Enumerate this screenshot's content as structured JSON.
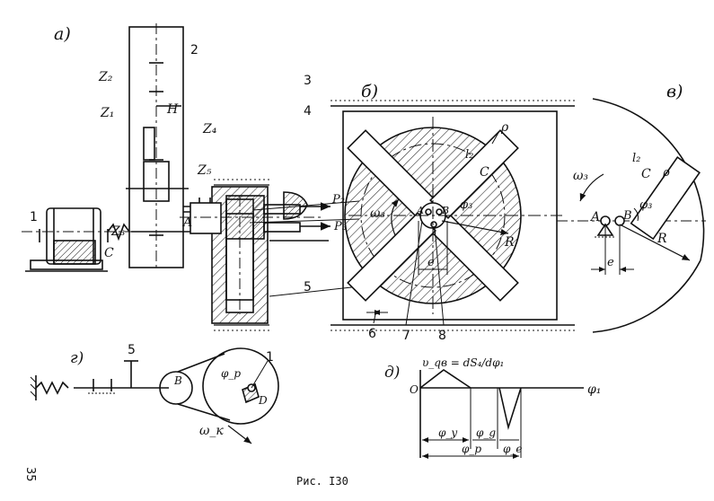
{
  "figure": {
    "caption": "Рис. I30",
    "page_number": "35",
    "panels": {
      "a": "а)",
      "b": "б)",
      "v": "в)",
      "g": "г)",
      "d": "д)"
    },
    "labels": {
      "n1": "1",
      "n2": "2",
      "n3": "3",
      "n4": "4",
      "n5": "5",
      "n6": "6",
      "n7": "7",
      "n8": "8",
      "z1": "Z₁",
      "z2": "Z₂",
      "z3": "Z₃",
      "z4": "Z₄",
      "z5": "Z₅",
      "H": "H",
      "C": "C",
      "A": "A",
      "P2": "P₂",
      "P3": "P₃",
      "rho": "ρ",
      "l2": "l₂",
      "phi3": "φ₃",
      "omega3": "ω₃",
      "R": "R",
      "e": "e",
      "A_center": "A",
      "B_center": "B",
      "c_slider": "C",
      "v_l2": "l₂",
      "v_C": "C",
      "v_rho": "ρ",
      "v_omega3": "ω₃",
      "v_A": "A",
      "v_B": "B",
      "v_phi3": "φ₃",
      "v_R": "R",
      "v_e": "e",
      "g5": "5",
      "gB": "B",
      "gphi": "φ_p",
      "gD": "D",
      "g1": "1",
      "gomega": "ω_к",
      "d_formula": "υ_qв = dS₄/dφ₁",
      "d_O": "O",
      "d_phi1": "φ₁",
      "d_phiy": "φ_у",
      "d_phig": "φ_g",
      "d_phie": "φ_e",
      "d_phip": "φ_р"
    }
  }
}
